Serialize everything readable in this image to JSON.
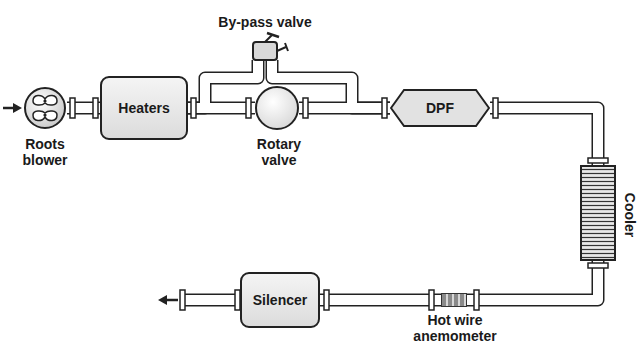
{
  "diagram": {
    "nodes": [
      {
        "text": [
          "Roots blower"
        ]
      },
      {
        "text": [
          "Heaters"
        ]
      },
      {
        "text": [
          "Rotary valve"
        ]
      },
      {
        "text": [
          "By-pass valve"
        ]
      },
      {
        "text": [
          "DPF"
        ]
      },
      {
        "text": [
          "Cooler"
        ]
      },
      {
        "text": [
          "Hot wire anemometer"
        ]
      },
      {
        "text": [
          "Silencer"
        ]
      }
    ],
    "edges": [
      {
        "from": 0,
        "to": 1,
        "arrow": "none"
      },
      {
        "from": 1,
        "to": 2,
        "arrow": "none"
      },
      {
        "from": 2,
        "to": 4,
        "arrow": "none"
      },
      {
        "from": 1,
        "to": 3,
        "arrow": "none"
      },
      {
        "from": 3,
        "to": 4,
        "arrow": "none"
      },
      {
        "from": 4,
        "to": 5,
        "arrow": "none"
      },
      {
        "from": 5,
        "to": 6,
        "arrow": "none"
      },
      {
        "from": 6,
        "to": 7,
        "arrow": "none"
      }
    ]
  }
}
